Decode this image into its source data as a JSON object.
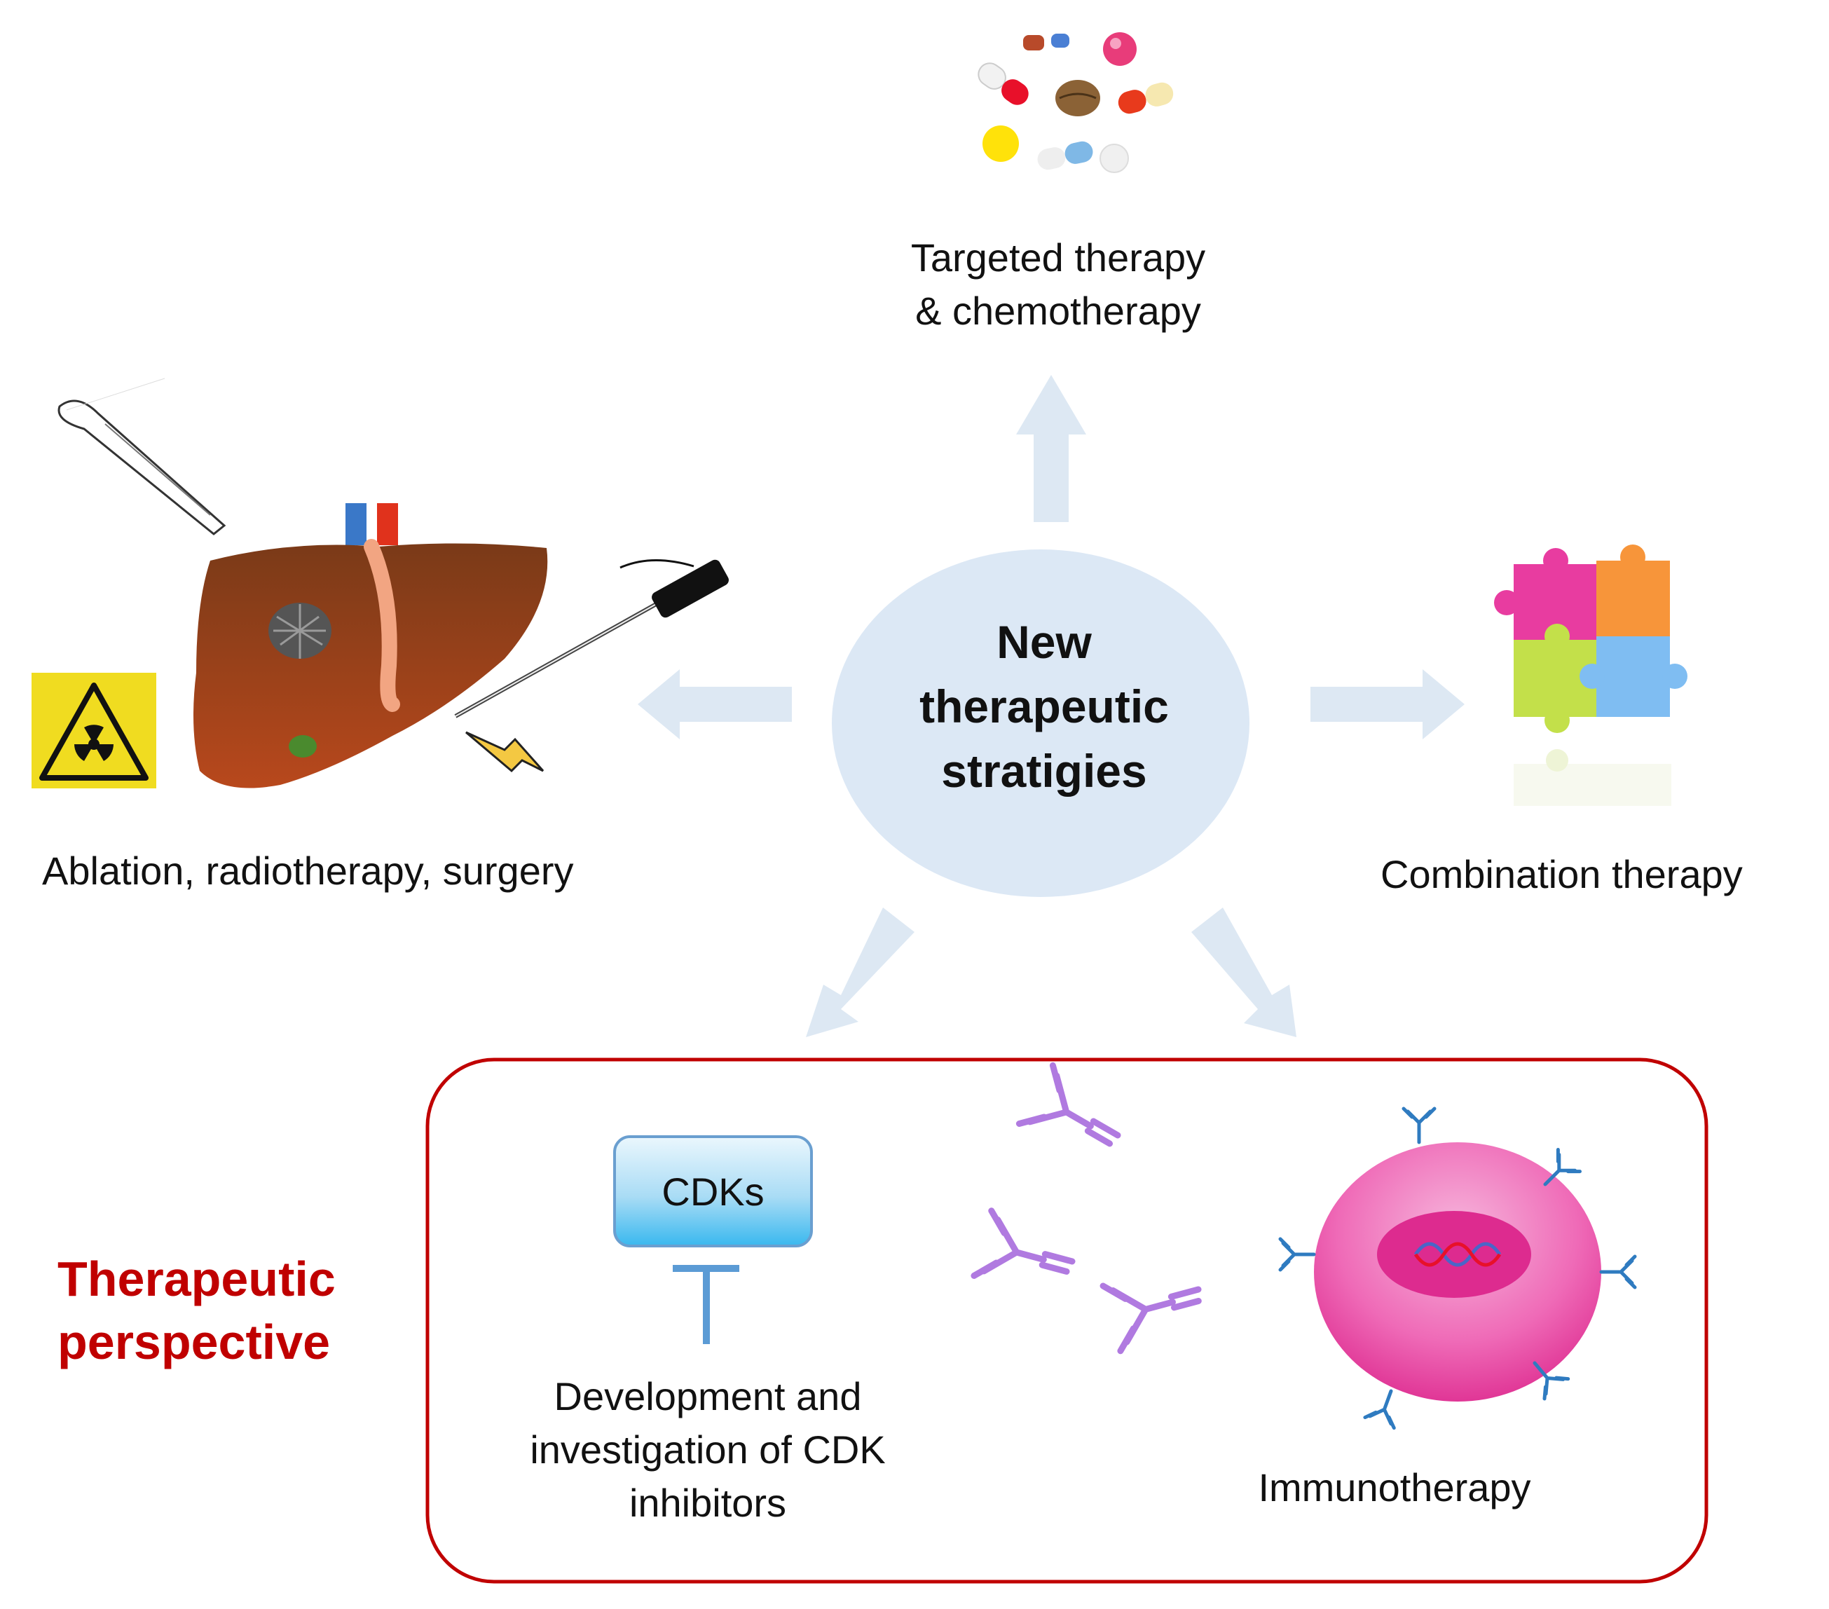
{
  "center": {
    "lines": [
      "New",
      "therapeutic",
      "stratigies"
    ]
  },
  "branches": {
    "targeted": {
      "lines": [
        "Targeted therapy",
        "& chemotherapy"
      ],
      "icon": "pills-icon"
    },
    "local": {
      "label": "Ablation, radiotherapy, surgery",
      "icon": "liver-icon"
    },
    "combination": {
      "label": "Combination therapy",
      "icon": "puzzle-icon"
    }
  },
  "perspective": {
    "title_lines": [
      "Therapeutic",
      "perspective"
    ],
    "cdk": {
      "box_label": "CDKs",
      "caption_lines": [
        "Development and",
        "investigation of CDK",
        "inhibitors"
      ]
    },
    "immuno": {
      "label": "Immunotherapy",
      "icon": "antibody-cell-icon"
    }
  },
  "colors": {
    "arrow": "#dde8f3",
    "center_ellipse": "#dce8f5",
    "perspective_border": "#c00000",
    "perspective_text": "#c00000",
    "inhibition_bar": "#5b9bd5",
    "antibody_purple": "#b07ae0",
    "antibody_blue": "#2f7bc0",
    "cell_pink": "#e8359a",
    "liver_brown": "#a8471c",
    "radiation_yellow": "#f0dc20"
  }
}
